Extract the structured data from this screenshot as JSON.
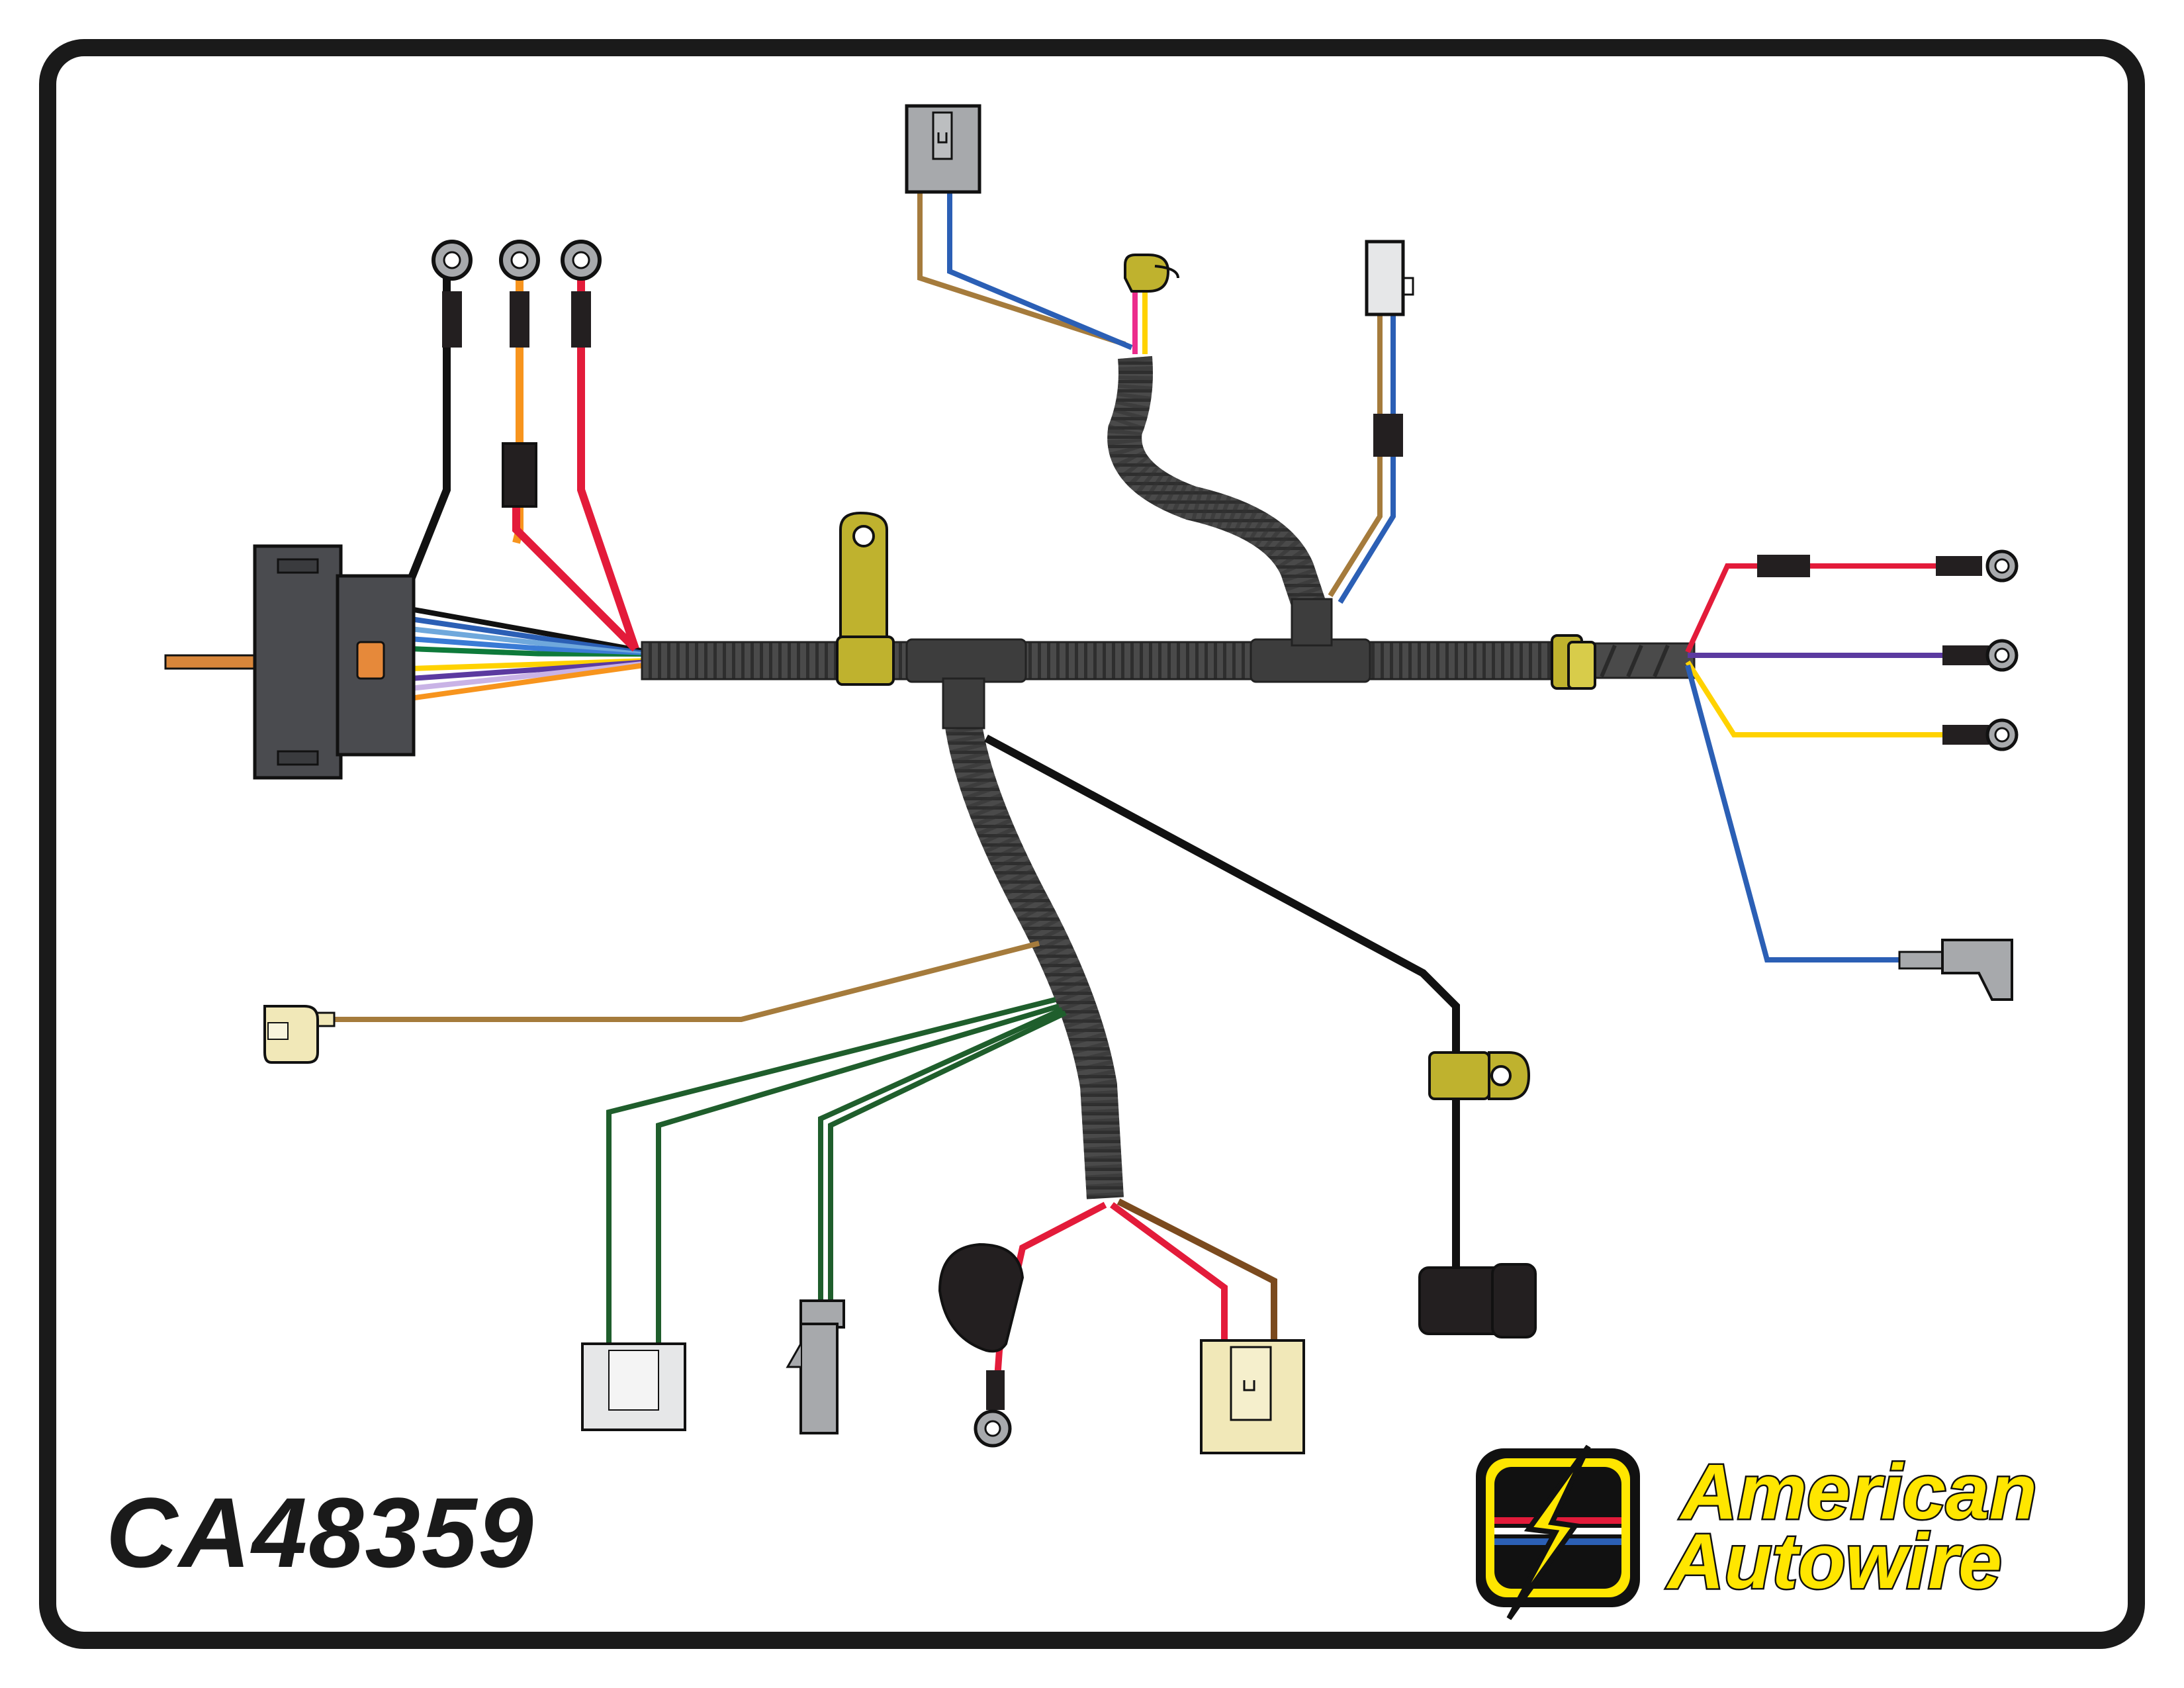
{
  "part_number": "CA48359",
  "brand": {
    "line1": "American",
    "line2": "Autowire",
    "logo": "lightning-bolt-logo"
  },
  "colors": {
    "frame": "#1a1a1a",
    "loom": "#4a4a4a",
    "connector_dark": "#4a4b4f",
    "connector_gray": "#a7a9ac",
    "connector_cream": "#f1e8b8",
    "connector_white": "#e6e7e8",
    "bracket": "#bfb22e",
    "wire_black": "#111111",
    "wire_red": "#e31b3a",
    "wire_orange": "#f7941d",
    "wire_blue": "#2b5fb5",
    "wire_light_blue": "#6fa8dc",
    "wire_purple": "#5b3aa0",
    "wire_yellow": "#ffd200",
    "wire_tan": "#a57b3c",
    "wire_brown": "#7b4a1e",
    "wire_green": "#1f5e2c",
    "wire_pink": "#ec2c8c",
    "terminal": "#a7a9ac"
  }
}
